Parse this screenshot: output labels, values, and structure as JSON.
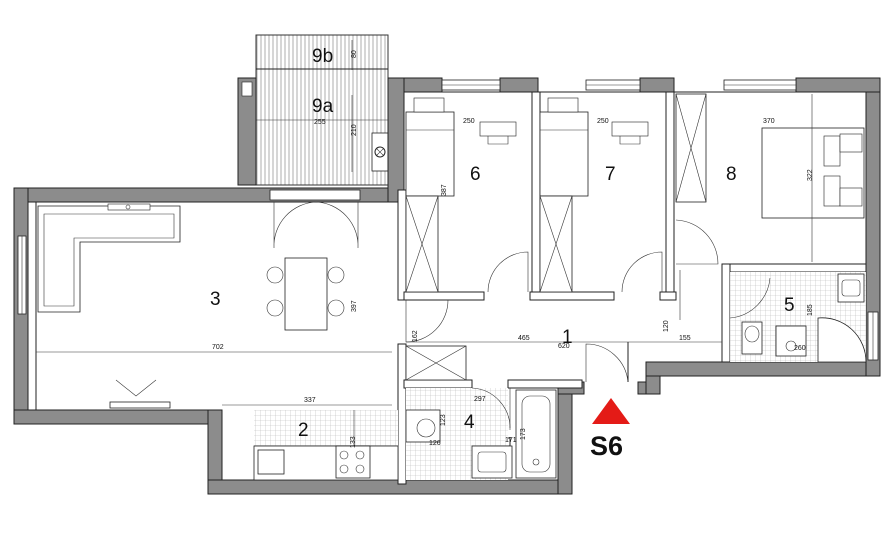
{
  "rooms": [
    {
      "id": "r1",
      "label": "1"
    },
    {
      "id": "r2",
      "label": "2"
    },
    {
      "id": "r3",
      "label": "3"
    },
    {
      "id": "r4",
      "label": "4"
    },
    {
      "id": "r5",
      "label": "5"
    },
    {
      "id": "r6",
      "label": "6"
    },
    {
      "id": "r7",
      "label": "7"
    },
    {
      "id": "r8",
      "label": "8"
    },
    {
      "id": "r9a",
      "label": "9a"
    },
    {
      "id": "r9b",
      "label": "9b"
    }
  ],
  "dimensions": {
    "d80": "80",
    "d255": "255",
    "d210": "210",
    "d250a": "250",
    "d250b": "250",
    "d370": "370",
    "d387": "387",
    "d322": "322",
    "d702": "702",
    "d397": "397",
    "d162": "162",
    "d465": "465",
    "d620": "620",
    "d120": "120",
    "d155": "155",
    "d185": "185",
    "d260": "260",
    "d337": "337",
    "d133": "133",
    "d297": "297",
    "d123": "123",
    "d126": "126",
    "d171": "171",
    "d173": "173"
  },
  "marker": {
    "label": "S6",
    "color": "#e41b17"
  },
  "colors": {
    "wall": "#8c8c8c",
    "tile_grid": "#bdbdbd",
    "balcony_stripe": "#9a9a9a",
    "ink": "#111111"
  }
}
